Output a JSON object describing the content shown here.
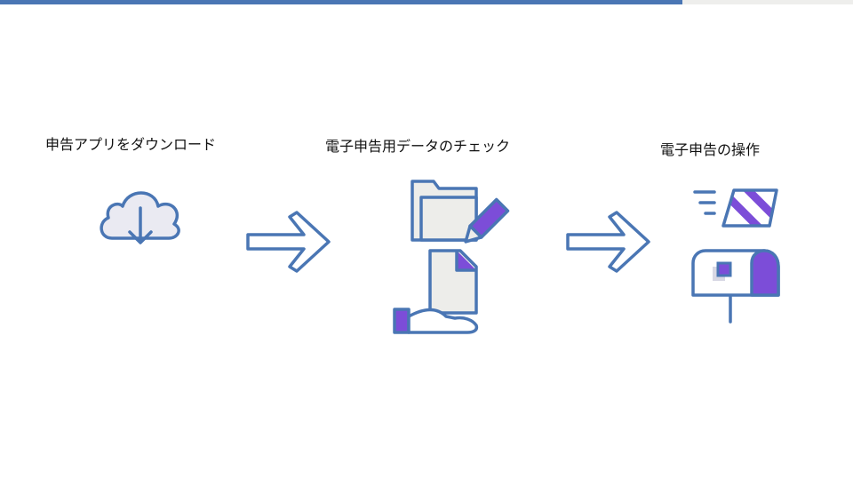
{
  "progress": {
    "fraction": 0.8,
    "track_color": "#eeeeec",
    "fill_color": "#4a76b4"
  },
  "steps": [
    {
      "label": "申告アプリをダウンロード",
      "icon": "cloud-download-icon"
    },
    {
      "label": "電子申告用データのチェック",
      "icon": "document-check-icon"
    },
    {
      "label": "電子申告の操作",
      "icon": "mailbox-send-icon"
    }
  ],
  "arrows": [
    {
      "icon": "arrow-right-icon"
    },
    {
      "icon": "arrow-right-icon"
    }
  ],
  "colors": {
    "stroke": "#4a76b4",
    "accent": "#7c4dd8",
    "paper": "#ededea"
  }
}
